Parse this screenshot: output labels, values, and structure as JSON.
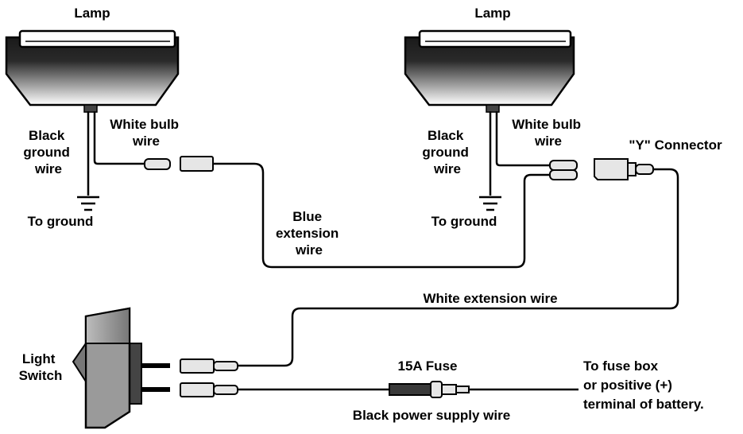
{
  "labels": {
    "lamp_left": "Lamp",
    "lamp_right": "Lamp",
    "left_black_ground": [
      "Black",
      "ground",
      "wire"
    ],
    "left_white_bulb": [
      "White bulb",
      "wire"
    ],
    "left_to_ground": "To ground",
    "blue_extension": [
      "Blue",
      "extension",
      "wire"
    ],
    "right_black_ground": [
      "Black",
      "ground",
      "wire"
    ],
    "right_white_bulb": [
      "White bulb",
      "wire"
    ],
    "right_to_ground": "To ground",
    "y_connector": "\"Y\" Connector",
    "white_extension": "White extension wire",
    "light_switch": [
      "Light",
      "Switch"
    ],
    "fuse": "15A Fuse",
    "black_power": "Black power supply wire",
    "fuse_box": [
      "To fuse box",
      "or positive (+)",
      "terminal of battery."
    ]
  },
  "colors": {
    "lamp_dark": "#1a1a1a",
    "lamp_light": "#ffffff",
    "wire": "#000000",
    "connector_fill": "#e6e6e6",
    "switch_fill": "#9a9a9a"
  }
}
